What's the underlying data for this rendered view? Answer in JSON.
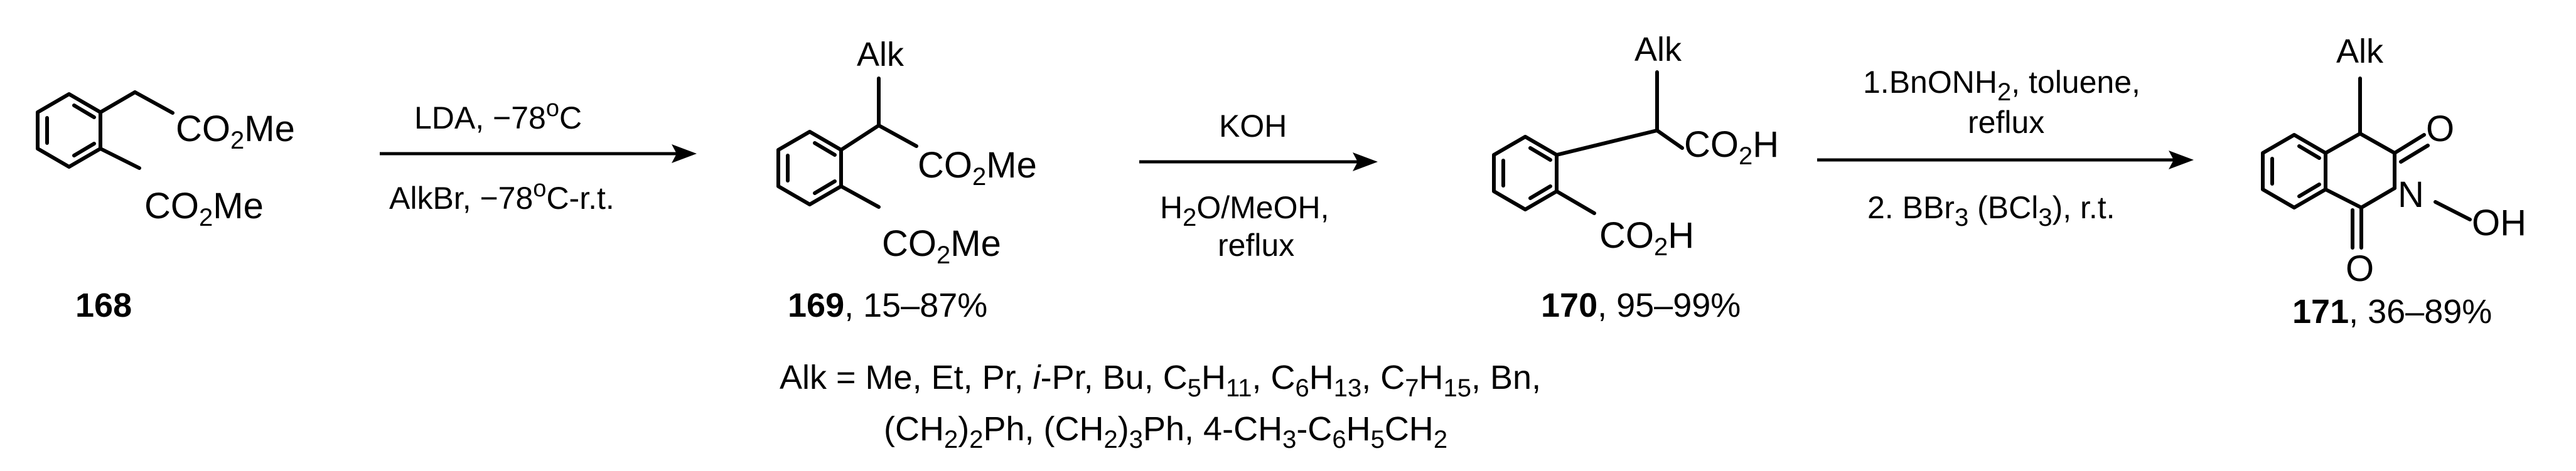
{
  "atoms": {
    "c168_ester_top": "CO",
    "c168_ester_bottom": "CO",
    "c169_alk": "Alk",
    "c169_ester_top": "CO",
    "c169_ester_bottom": "CO",
    "c170_alk": "Alk",
    "c170_acid_top": "CO",
    "c170_acid_bottom": "CO",
    "c171_alk": "Alk",
    "c171_o_top": "O",
    "c171_o_bottom": "O",
    "c171_n": "N",
    "c171_oh": "OH",
    "sub_2": "2",
    "me": "Me",
    "h": "H"
  },
  "conditions": {
    "step1_line1": "LDA, −78",
    "step1_line2a": "AlkBr, −78",
    "step1_line2b": "C-r.t.",
    "step1_deg": "o",
    "step1_c": "C",
    "step2_reagent": "KOH",
    "step2_solvent_a": "H",
    "step2_solvent_b": "O/MeOH,",
    "step2_reflux": "reflux",
    "step3_line1a": "1.BnONH",
    "step3_line1b": ", toluene,",
    "step3_line1_sub": "2",
    "step3_reflux": "reflux",
    "step3_line2a": "2. BBr",
    "step3_line2b": " (BCl",
    "step3_line2c": "), r.t.",
    "step3_sub3": "3"
  },
  "compounds": [
    {
      "label": "168",
      "yield": ""
    },
    {
      "label": "169",
      "yield": ", 15–87%"
    },
    {
      "label": "170",
      "yield": ", 95–99%"
    },
    {
      "label": "171",
      "yield": ", 36–89%"
    }
  ],
  "alk_definition": {
    "line1_a": "Alk = Me, Et, Pr, ",
    "line1_ipr": "i",
    "line1_b": "-Pr, Bu, C",
    "line1_c": "H",
    "line1_d": ", C",
    "line1_e": "H",
    "line1_f": ", C",
    "line1_g": "H",
    "line1_h": ", Bn,",
    "sub5": "5",
    "sub11": "11",
    "sub6": "6",
    "sub13": "13",
    "sub7": "7",
    "sub15": "15",
    "line2_a": "(CH",
    "line2_b": ")",
    "line2_c": "Ph, (CH",
    "line2_d": ")",
    "line2_e": "Ph, 4-CH",
    "line2_f": "-C",
    "line2_g": "H",
    "line2_h": "CH",
    "sub2": "2",
    "sub3": "3",
    "sub6b": "6",
    "sub5b": "5",
    "sub2c": "2"
  }
}
